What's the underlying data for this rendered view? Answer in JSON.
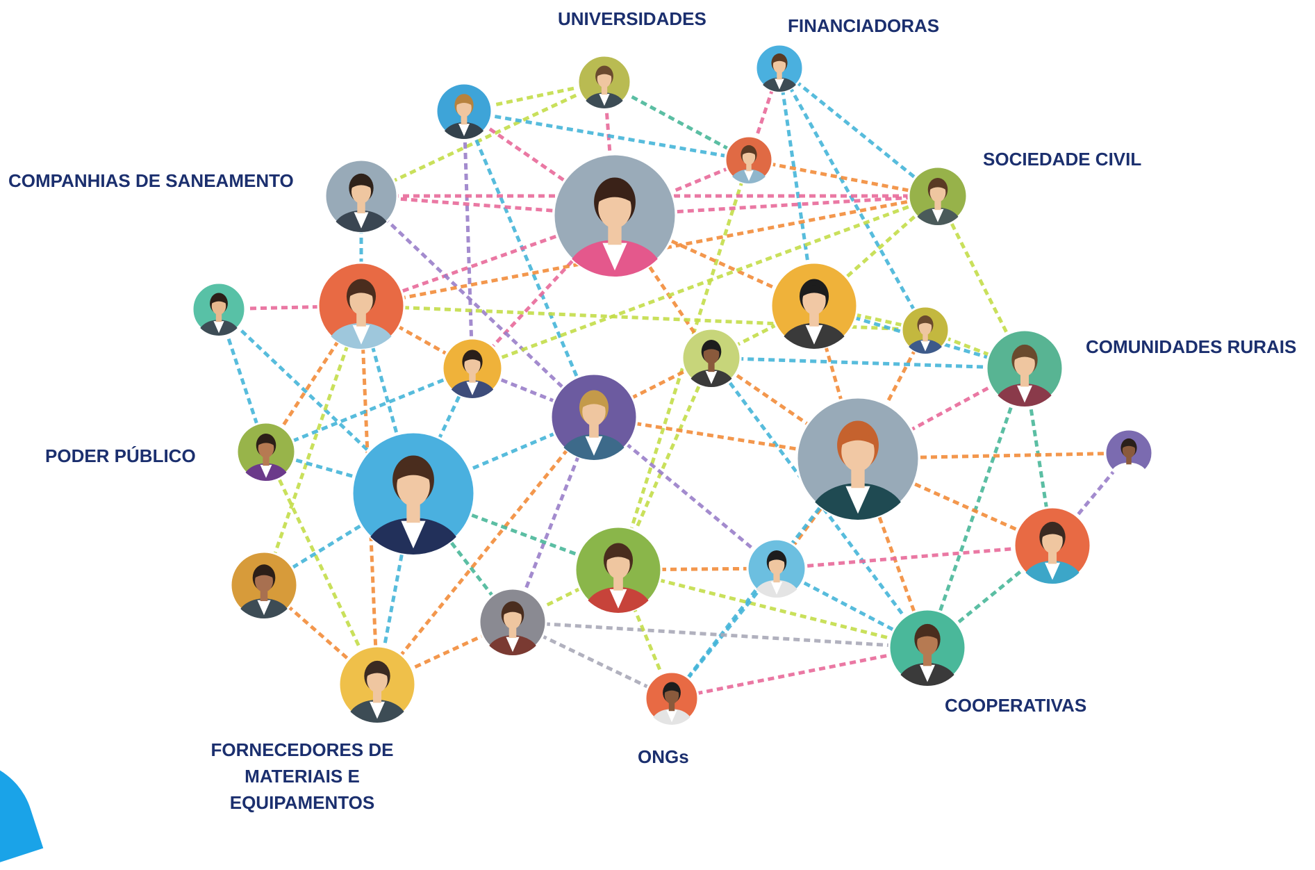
{
  "labels": {
    "universidades": "UNIVERSIDADES",
    "financiadoras": "FINANCIADORAS",
    "sociedade_civil": "SOCIEDADE CIVIL",
    "companhias": "COMPANHIAS DE SANEAMENTO",
    "comunidades": "COMUNIDADES  RURAIS",
    "poder_publico": "PODER PÚBLICO",
    "fornecedores_1": "FORNECEDORES DE",
    "fornecedores_2": "MATERIAIS E",
    "fornecedores_3": "EQUIPAMENTOS",
    "ongs": "ONGs",
    "cooperativas": "COOPERATIVAS"
  },
  "colors": {
    "label_text": "#1b2f6e",
    "edge_palette": [
      "#e86a9a",
      "#f28c3a",
      "#45b5d9",
      "#c4dd4a",
      "#9a7fc9",
      "#a9a9b8",
      "#4ab89a"
    ]
  },
  "person_icon": "person-avatar-icon"
}
